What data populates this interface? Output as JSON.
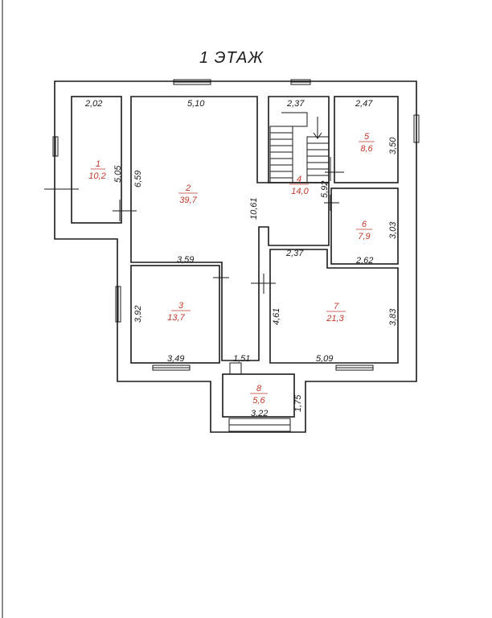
{
  "title": "1 ЭТАЖ",
  "rooms": [
    {
      "num": "1",
      "area": "10,2"
    },
    {
      "num": "2",
      "area": "39,7"
    },
    {
      "num": "3",
      "area": "13,7"
    },
    {
      "num": "4",
      "area": "14,0"
    },
    {
      "num": "5",
      "area": "8,6"
    },
    {
      "num": "6",
      "area": "7,9"
    },
    {
      "num": "7",
      "area": "21,3"
    },
    {
      "num": "8",
      "area": "5,6"
    }
  ],
  "dims": {
    "r1_w": "2,02",
    "r1_h": "5,05",
    "r2_w": "5,10",
    "r2_h1": "6,59",
    "r2_h2": "10,61",
    "r4_w_top": "2,37",
    "r4_h": "5,92",
    "r4_w_bottom": "2,37",
    "r5_w": "2,47",
    "r5_h": "3,50",
    "r6_h": "3,03",
    "r6_w": "2,62",
    "r3_w_top": "3,59",
    "r3_h": "3,92",
    "r3_w_bottom": "3,49",
    "r7_h_left": "4,61",
    "r7_h_right": "3,83",
    "r7_w": "5,09",
    "r8_w_top": "1,51",
    "r8_h": "1,75",
    "r8_w_bottom": "3,22"
  }
}
